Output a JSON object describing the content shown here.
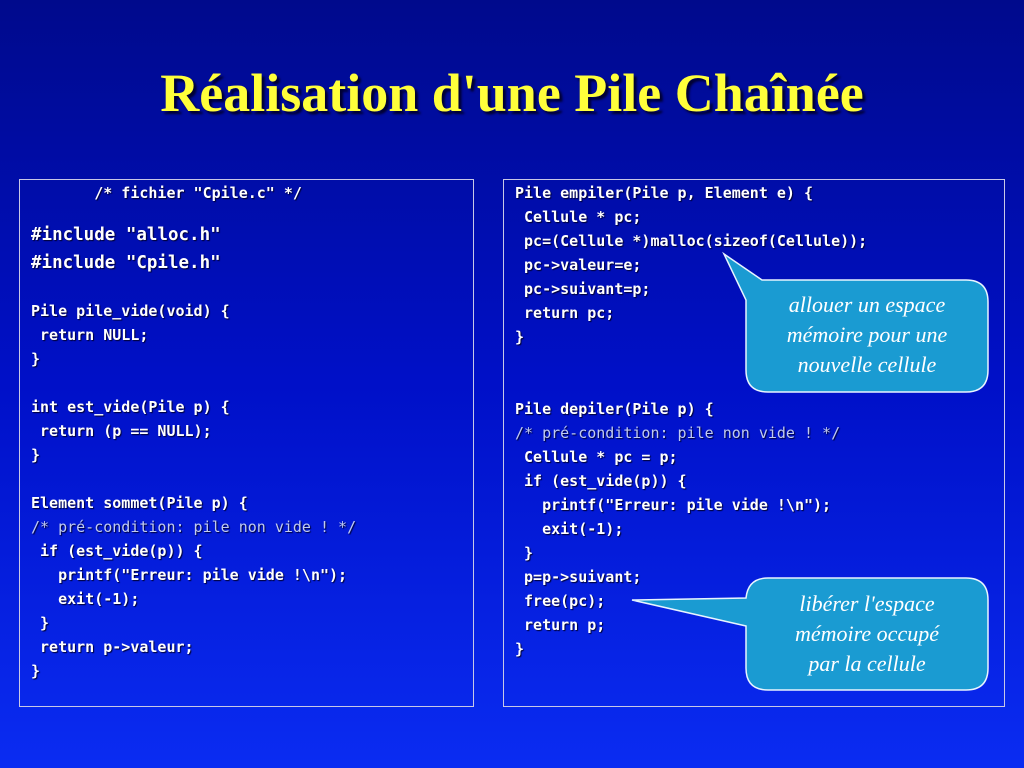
{
  "title": "Réalisation d'une Pile Chaînée",
  "left_code": [
    {
      "text": "       /* fichier \"Cpile.c\" */",
      "kind": "code"
    },
    {
      "text": "",
      "kind": "code"
    },
    {
      "text": "#include \"alloc.h\"",
      "kind": "big"
    },
    {
      "text": "#include \"Cpile.h\"",
      "kind": "big"
    },
    {
      "text": "",
      "kind": "code"
    },
    {
      "text": "Pile pile_vide(void) {",
      "kind": "code"
    },
    {
      "text": " return NULL;",
      "kind": "code"
    },
    {
      "text": "}",
      "kind": "code"
    },
    {
      "text": "",
      "kind": "code"
    },
    {
      "text": "int est_vide(Pile p) {",
      "kind": "code"
    },
    {
      "text": " return (p == NULL);",
      "kind": "code"
    },
    {
      "text": "}",
      "kind": "code"
    },
    {
      "text": "",
      "kind": "code"
    },
    {
      "text": "Element sommet(Pile p) {",
      "kind": "code"
    },
    {
      "text": "/* pré-condition: pile non vide ! */",
      "kind": "comment"
    },
    {
      "text": " if (est_vide(p)) {",
      "kind": "code"
    },
    {
      "text": "   printf(\"Erreur: pile vide !\\n\");",
      "kind": "code"
    },
    {
      "text": "   exit(-1);",
      "kind": "code"
    },
    {
      "text": " }",
      "kind": "code"
    },
    {
      "text": " return p->valeur;",
      "kind": "code"
    },
    {
      "text": "}",
      "kind": "code"
    }
  ],
  "right_code": [
    {
      "text": "Pile empiler(Pile p, Element e) {",
      "kind": "code"
    },
    {
      "text": " Cellule * pc;",
      "kind": "code"
    },
    {
      "text": " pc=(Cellule *)malloc(sizeof(Cellule));",
      "kind": "code"
    },
    {
      "text": " pc->valeur=e;",
      "kind": "code"
    },
    {
      "text": " pc->suivant=p;",
      "kind": "code"
    },
    {
      "text": " return pc;",
      "kind": "code"
    },
    {
      "text": "}",
      "kind": "code"
    },
    {
      "text": "",
      "kind": "code"
    },
    {
      "text": "",
      "kind": "code"
    },
    {
      "text": "Pile depiler(Pile p) {",
      "kind": "code"
    },
    {
      "text": "/* pré-condition: pile non vide ! */",
      "kind": "comment"
    },
    {
      "text": " Cellule * pc = p;",
      "kind": "code"
    },
    {
      "text": " if (est_vide(p)) {",
      "kind": "code"
    },
    {
      "text": "   printf(\"Erreur: pile vide !\\n\");",
      "kind": "code"
    },
    {
      "text": "   exit(-1);",
      "kind": "code"
    },
    {
      "text": " }",
      "kind": "code"
    },
    {
      "text": " p=p->suivant;",
      "kind": "code"
    },
    {
      "text": " free(pc);",
      "kind": "code"
    },
    {
      "text": " return p;",
      "kind": "code"
    },
    {
      "text": "}",
      "kind": "code"
    }
  ],
  "callouts": [
    {
      "lines": [
        "allouer un espace",
        "mémoire pour une",
        "nouvelle cellule"
      ]
    },
    {
      "lines": [
        "libérer l'espace",
        "mémoire occupé",
        "par la cellule"
      ]
    }
  ],
  "colors": {
    "title": "#ffff3a",
    "callout_fill": "#1a9bd2",
    "callout_border": "#e8f4ff"
  }
}
